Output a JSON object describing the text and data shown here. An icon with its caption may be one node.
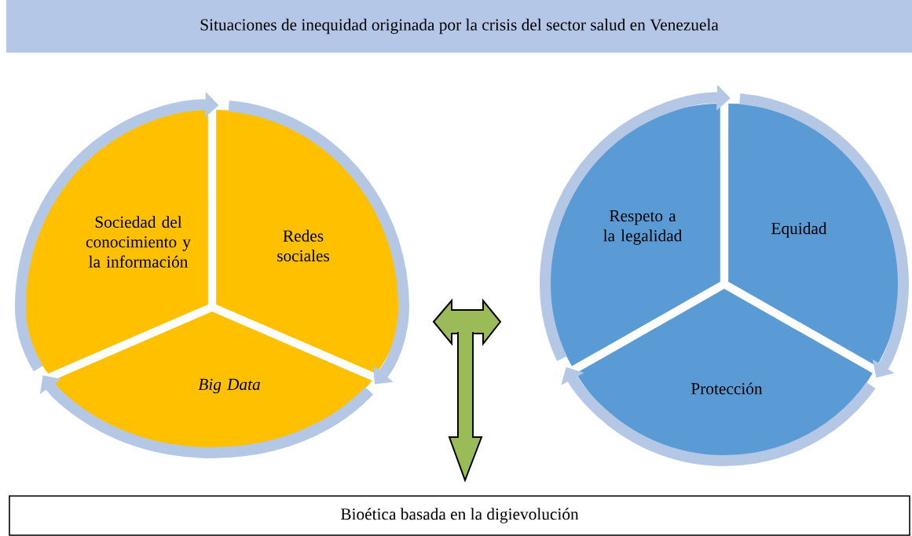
{
  "diagram": {
    "nodes": [
      {
        "text": [
          "Situaciones de inequidad originada por la crisis del sector salud en Venezuela"
        ]
      },
      {
        "text": [
          "Sociedad del conocimiento y la información"
        ]
      },
      {
        "text": [
          "Redes sociales"
        ]
      },
      {
        "text": [
          "Big Data"
        ]
      },
      {
        "text": [
          "Respeto a la legalidad"
        ]
      },
      {
        "text": [
          "Equidad"
        ]
      },
      {
        "text": [
          "Protección"
        ]
      },
      {
        "text": [
          "Bioética basada en la digievolución"
        ]
      }
    ],
    "edges": [
      {
        "from": 1,
        "to": 2,
        "arrow": "to"
      },
      {
        "from": 2,
        "to": 3,
        "arrow": "to"
      },
      {
        "from": 3,
        "to": 1,
        "arrow": "to"
      },
      {
        "from": 4,
        "to": 5,
        "arrow": "to"
      },
      {
        "from": 5,
        "to": 6,
        "arrow": "to"
      },
      {
        "from": 6,
        "to": 4,
        "arrow": "to"
      },
      {
        "from": 2,
        "to": 4,
        "arrow": "both",
        "style": "thick",
        "color": "#9bbb59"
      },
      {
        "from": null,
        "to": 7,
        "arrow": "to",
        "style": "thick",
        "color": "#9bbb59"
      }
    ]
  }
}
